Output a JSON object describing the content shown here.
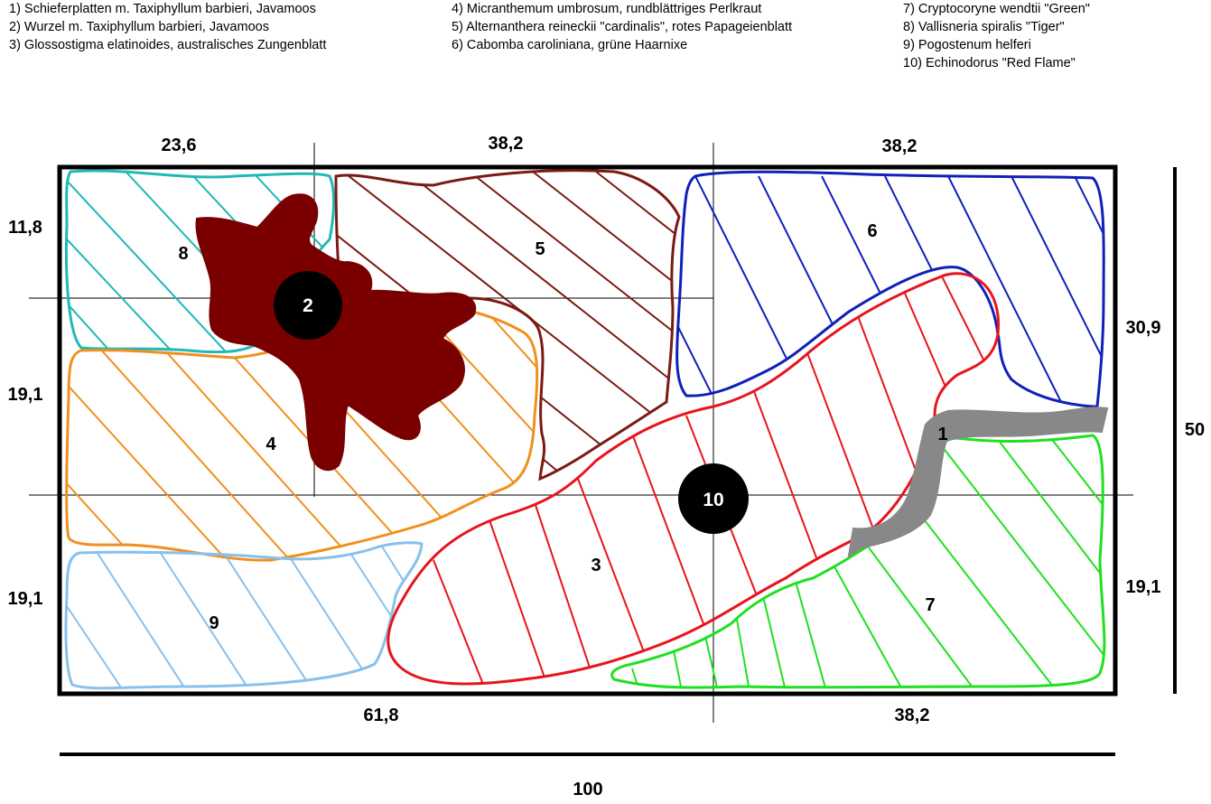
{
  "legend": {
    "col1": [
      "1) Schieferplatten m. Taxiphyllum barbieri, Javamoos",
      "2) Wurzel m. Taxiphyllum barbieri, Javamoos",
      "3) Glossostigma elatinoides, australisches Zungenblatt"
    ],
    "col2": [
      "4) Micranthemum umbrosum, rundblättriges Perlkraut",
      "5) Alternanthera reineckii \"cardinalis\", rotes Papageienblatt",
      "6) Cabomba caroliniana, grüne Haarnixe"
    ],
    "col3": [
      "7) Cryptocoryne wendtii \"Green\"",
      "8) Vallisneria spiralis \"Tiger\"",
      "9) Pogostenum helferi",
      "10) Echinodorus \"Red Flame\""
    ]
  },
  "dimensions": {
    "top_left": "23,6",
    "top_mid": "38,2",
    "top_right": "38,2",
    "left_top": "11,8",
    "left_mid": "19,1",
    "left_bottom": "19,1",
    "right_top": "30,9",
    "right_bottom": "19,1",
    "height_total": "50",
    "bottom_left": "61,8",
    "bottom_right": "38,2",
    "width_total": "100"
  },
  "zones": {
    "z1": "1",
    "z2": "2",
    "z3": "3",
    "z4": "4",
    "z5": "5",
    "z6": "6",
    "z7": "7",
    "z8": "8",
    "z9": "9",
    "z10": "10"
  },
  "colors": {
    "z3_red": "#e8141c",
    "z4_orange": "#f0901e",
    "z5_maroon": "#7a1a14",
    "z6_blue": "#1020b8",
    "z7_green": "#20e020",
    "z8_teal": "#20b8b8",
    "z9_lightblue": "#88c0ec",
    "z2_root": "#7a0000",
    "z1_slate": "#888888"
  }
}
